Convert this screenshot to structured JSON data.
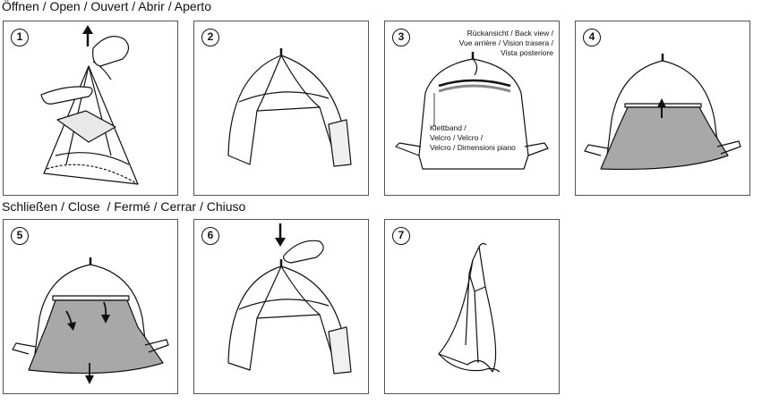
{
  "sections": {
    "open_title": "Öffnen / Open / Ouvert / Abrir / Aperto",
    "close_title": "Schließen / Close  / Fermé / Cerrar / Chiuso"
  },
  "steps": [
    {
      "number": "1"
    },
    {
      "number": "2"
    },
    {
      "number": "3"
    },
    {
      "number": "4"
    },
    {
      "number": "5"
    },
    {
      "number": "6"
    },
    {
      "number": "7"
    }
  ],
  "notes": {
    "back_view": [
      "Rückansicht / Back view /",
      "Vue arrière / Vision trasera /",
      "Vista posteriore"
    ],
    "velcro": [
      "Klettband /",
      "Velcro / Velcro /",
      "Velcro / Dimensioni piano"
    ]
  },
  "colors": {
    "floor_gray": "#a8a8a8",
    "line": "#111111",
    "frame": "#555555"
  },
  "icons": [
    "arrow-up-icon",
    "arrow-down-icon",
    "hand-icon"
  ]
}
